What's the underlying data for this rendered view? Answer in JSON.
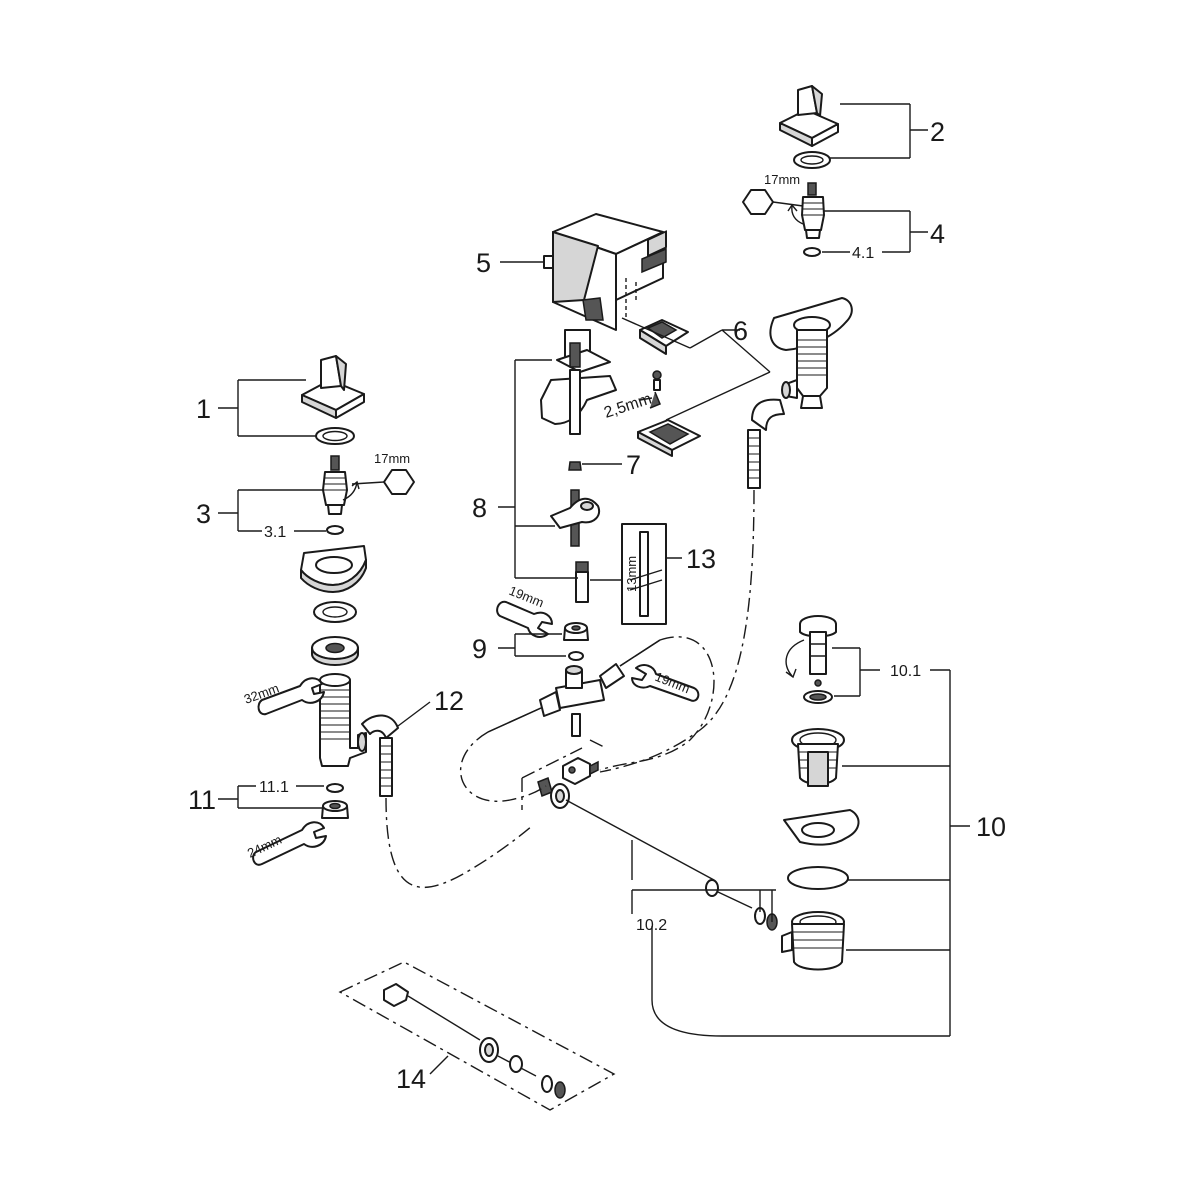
{
  "labels": {
    "l1": "1",
    "l2": "2",
    "l3": "3",
    "l3_1": "3.1",
    "l4": "4",
    "l4_1": "4.1",
    "l5": "5",
    "l6": "6",
    "l7": "7",
    "l8": "8",
    "l9": "9",
    "l10": "10",
    "l10_1": "10.1",
    "l10_2": "10.2",
    "l11": "11",
    "l11_1": "11.1",
    "l12": "12",
    "l13": "13",
    "l14": "14"
  },
  "tool_sizes": {
    "hex_left": "17mm",
    "hex_right": "17mm",
    "allen": "2,5mm",
    "wrench_32": "32mm",
    "wrench_24": "24mm",
    "wrench_19_left": "19mm",
    "wrench_19_right": "19mm",
    "tool_13": "13mm"
  }
}
